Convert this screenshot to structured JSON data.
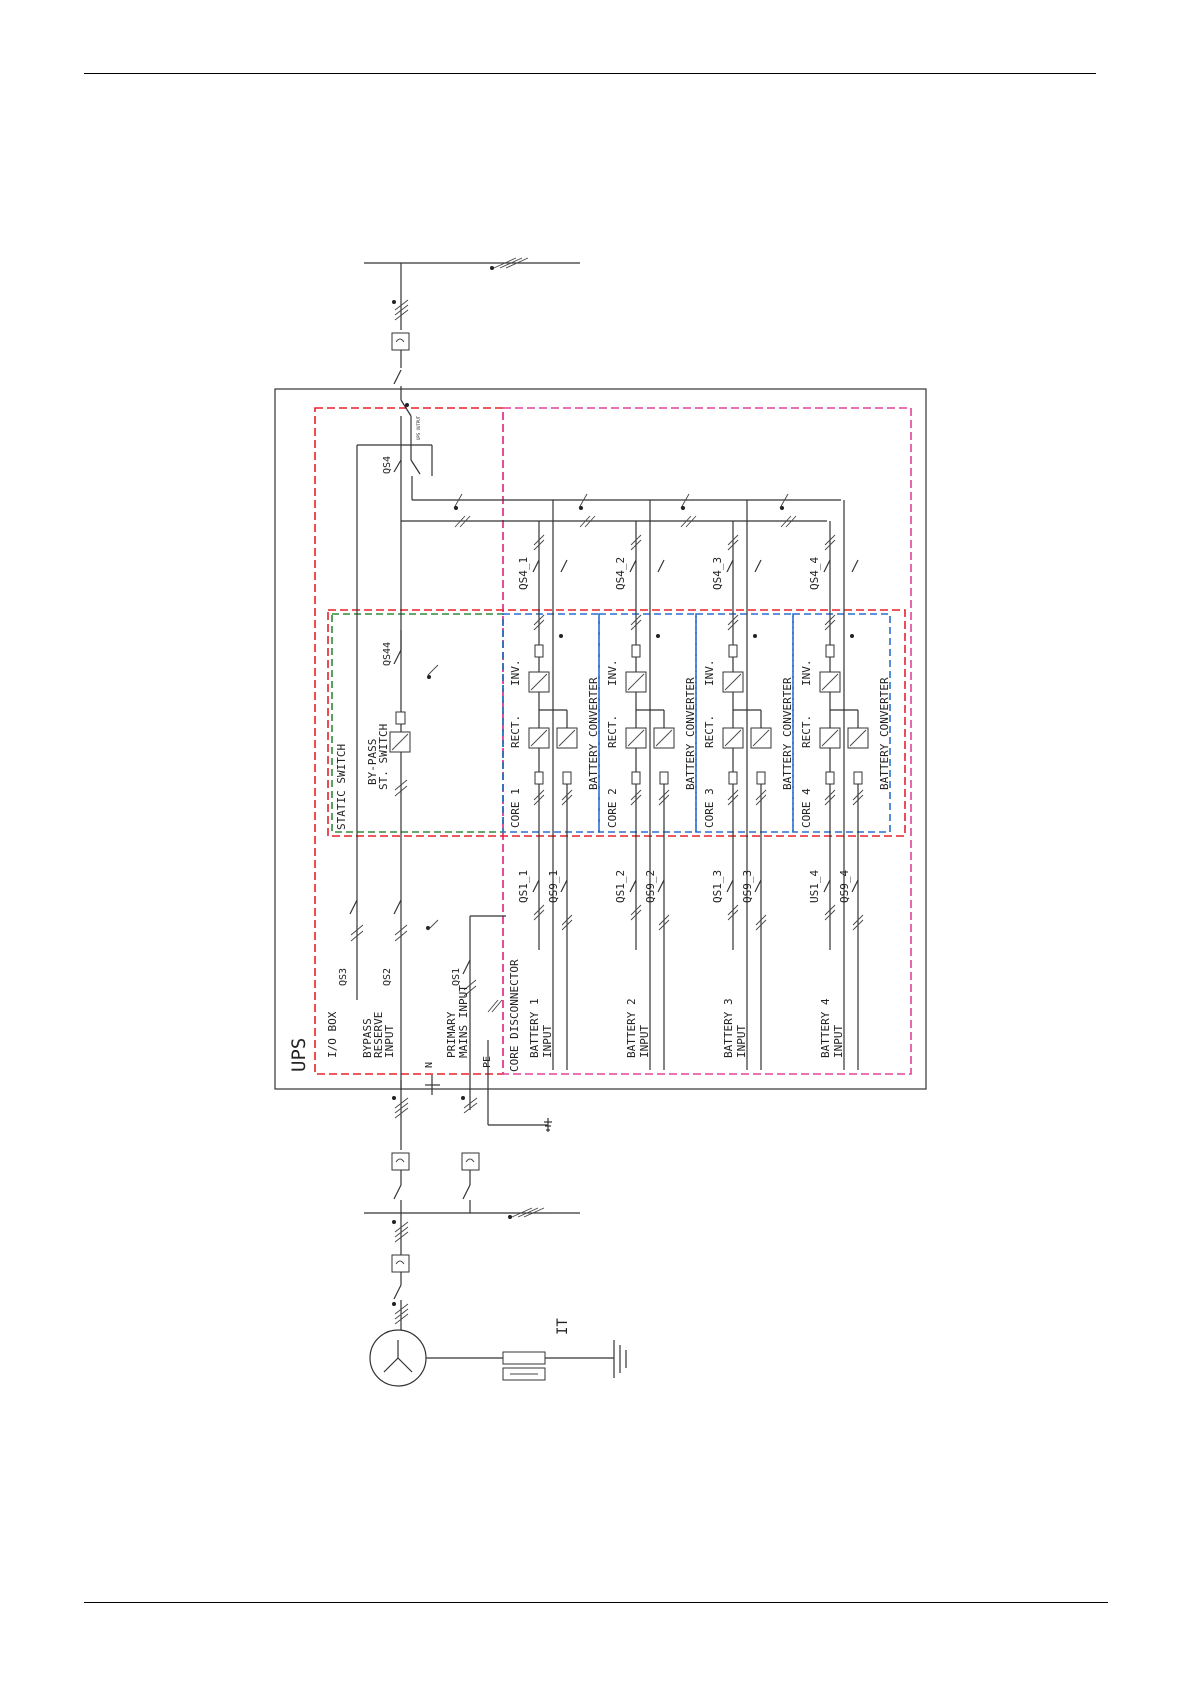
{
  "colors": {
    "io_box_border": "#e8202a",
    "cores_border": "#e0449c",
    "static_switch_border_outer": "#e8202a",
    "static_switch_border_inner": "#2e8b3a",
    "core_border": "#2a6fd0",
    "line": "#333333"
  },
  "diagram": {
    "ups_label": "UPS",
    "io_box_label": "I/O BOX",
    "bypass_input": [
      "BYPASS",
      "RESERVE",
      "INPUT"
    ],
    "primary_input": [
      "PRIMARY",
      "MAINS INPUT"
    ],
    "neutral_label": "N",
    "pe_label": "PE",
    "core_disconnector_label": "CORE DISCONNECTOR",
    "static_switch_label": "STATIC SWITCH",
    "bypass_switch_label": [
      "BY-PASS",
      "ST. SWITCH"
    ],
    "qs3_label": "QS3",
    "qs2_label": "QS2",
    "qs1_label": "QS1",
    "qs4_label": "QS4",
    "qs44_label": "QS44",
    "ups_output_label": "UPS OUTPUT",
    "it_label": "IT",
    "cores": [
      {
        "core": "CORE 1",
        "rect": "RECT.",
        "inv": "INV.",
        "battery_converter": "BATTERY CONVERTER",
        "qs1": "QS1_1",
        "qs9": "QS9_1",
        "qs4": "QS4_1",
        "battery": "BATTERY 1",
        "input": "INPUT"
      },
      {
        "core": "CORE 2",
        "rect": "RECT.",
        "inv": "INV.",
        "battery_converter": "BATTERY CONVERTER",
        "qs1": "QS1_2",
        "qs9": "QS9_2",
        "qs4": "QS4_2",
        "battery": "BATTERY 2",
        "input": "INPUT"
      },
      {
        "core": "CORE 3",
        "rect": "RECT.",
        "inv": "INV.",
        "battery_converter": "BATTERY CONVERTER",
        "qs1": "QS1_3",
        "qs9": "QS9_3",
        "qs4": "QS4_3",
        "battery": "BATTERY 3",
        "input": "INPUT"
      },
      {
        "core": "CORE 4",
        "rect": "RECT.",
        "inv": "INV.",
        "battery_converter": "BATTERY CONVERTER",
        "qs1": "US1_4",
        "qs9": "QS9_4",
        "qs4": "QS4_4",
        "battery": "BATTERY 4",
        "input": "INPUT"
      }
    ]
  }
}
